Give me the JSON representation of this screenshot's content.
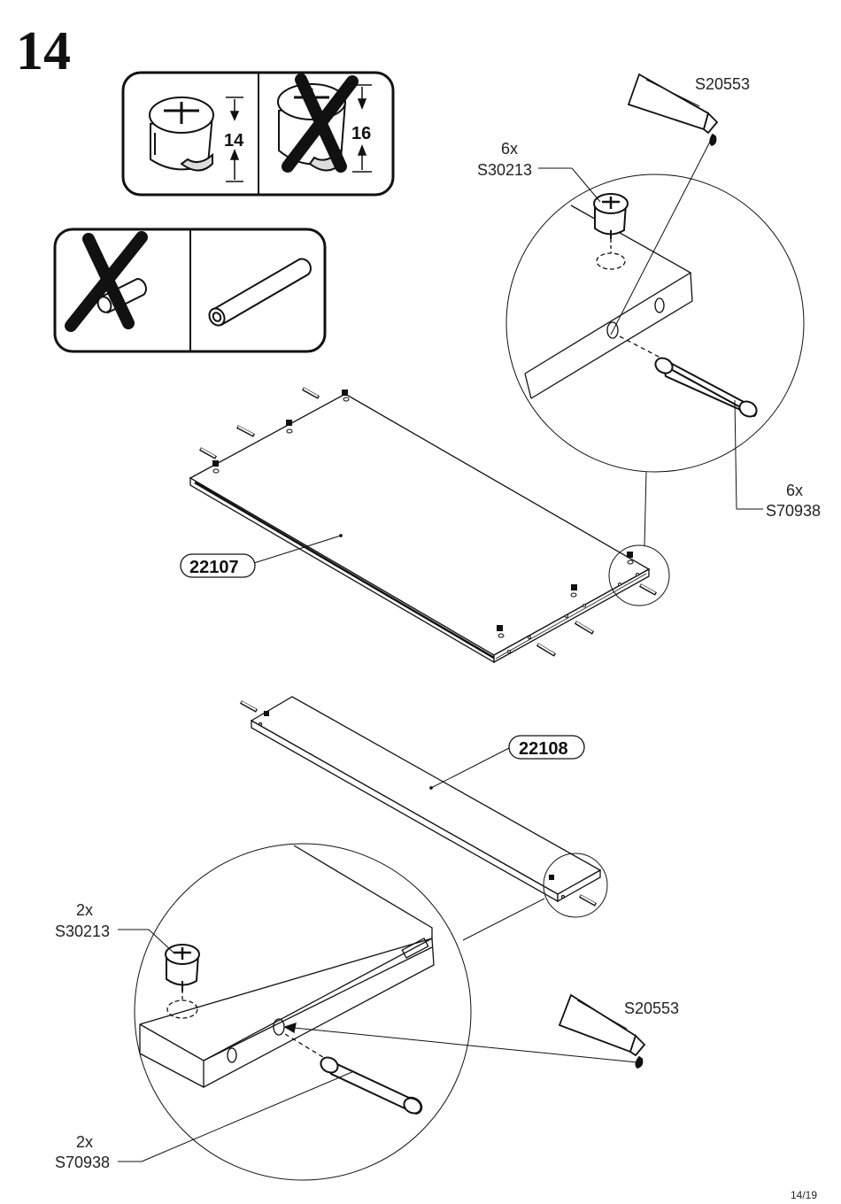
{
  "step_number": "14",
  "page_number": "14/19",
  "cam_panel": {
    "correct_size": "14",
    "wrong_size": "16"
  },
  "parts": {
    "panel_large": "22107",
    "panel_small": "22108"
  },
  "top_detail": {
    "glue": "S20553",
    "cam_qty": "6x",
    "cam_code": "S30213",
    "dowel_qty": "6x",
    "dowel_code": "S70938"
  },
  "bottom_detail": {
    "glue": "S20553",
    "cam_qty": "2x",
    "cam_code": "S30213",
    "dowel_qty": "2x",
    "dowel_code": "S70938"
  }
}
